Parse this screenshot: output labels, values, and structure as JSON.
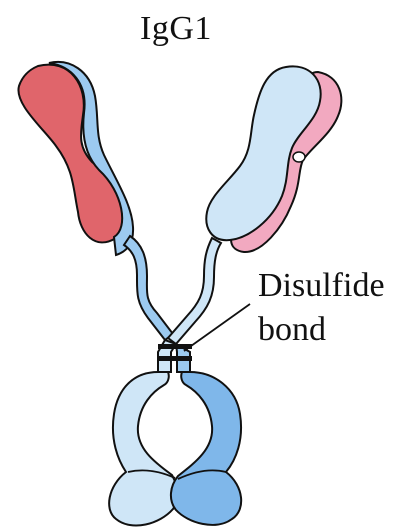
{
  "title": "IgG1",
  "annotation": {
    "line1": "Disulfide",
    "line2": "bond"
  },
  "colors": {
    "heavy_chain_light_blue": "#cfe6f7",
    "heavy_chain_mid_blue": "#9ccaf0",
    "heavy_chain_dark_blue": "#7fb7ea",
    "left_light_chain_red": "#e0656b",
    "right_light_chain_pink": "#f2a9c0",
    "outline": "#111111",
    "disulfide_bonds": "#111111"
  }
}
